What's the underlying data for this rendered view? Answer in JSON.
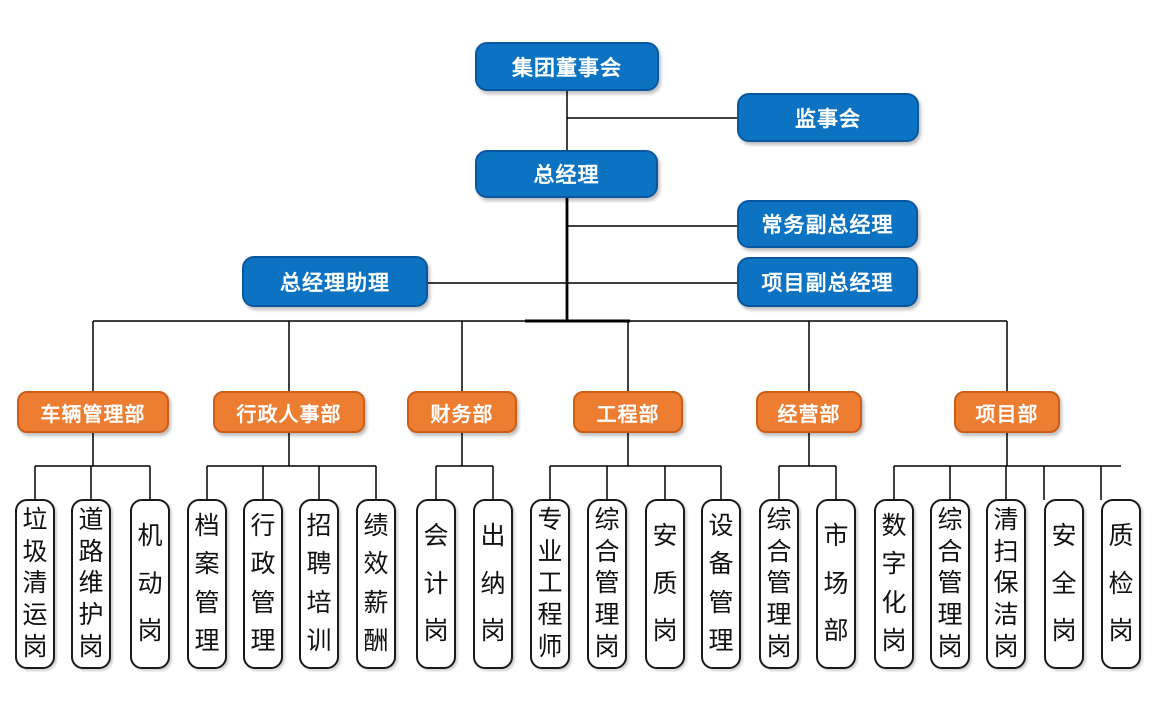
{
  "org_chart": {
    "type": "org-tree",
    "nodes": {
      "board": "集团董事会",
      "supervisory_board": "监事会",
      "general_manager": "总经理",
      "executive_deputy_gm": "常务副总经理",
      "project_deputy_gm": "项目副总经理",
      "gm_assistant": "总经理助理"
    },
    "departments": [
      {
        "label": "车辆管理部",
        "positions": [
          "垃圾清运岗",
          "道路维护岗",
          "机动岗"
        ]
      },
      {
        "label": "行政人事部",
        "positions": [
          "档案管理",
          "行政管理",
          "招聘培训",
          "绩效薪酬"
        ]
      },
      {
        "label": "财务部",
        "positions": [
          "会计岗",
          "出纳岗"
        ]
      },
      {
        "label": "工程部",
        "positions": [
          "专业工程师",
          "综合管理岗",
          "安质岗",
          "设备管理"
        ]
      },
      {
        "label": "经营部",
        "positions": [
          "综合管理岗",
          "市场部"
        ]
      },
      {
        "label": "项目部",
        "positions": [
          "数字化岗",
          "综合管理岗",
          "清扫保洁岗",
          "安全岗",
          "质检岗"
        ]
      }
    ],
    "colors": {
      "executive_fill": "#0C73C2",
      "executive_border": "#0A57A0",
      "department_fill": "#ED7D31",
      "department_border": "#CB5D17",
      "position_fill": "#FFFFFF",
      "position_border": "#1A1A1A",
      "connector": "#000000"
    }
  }
}
